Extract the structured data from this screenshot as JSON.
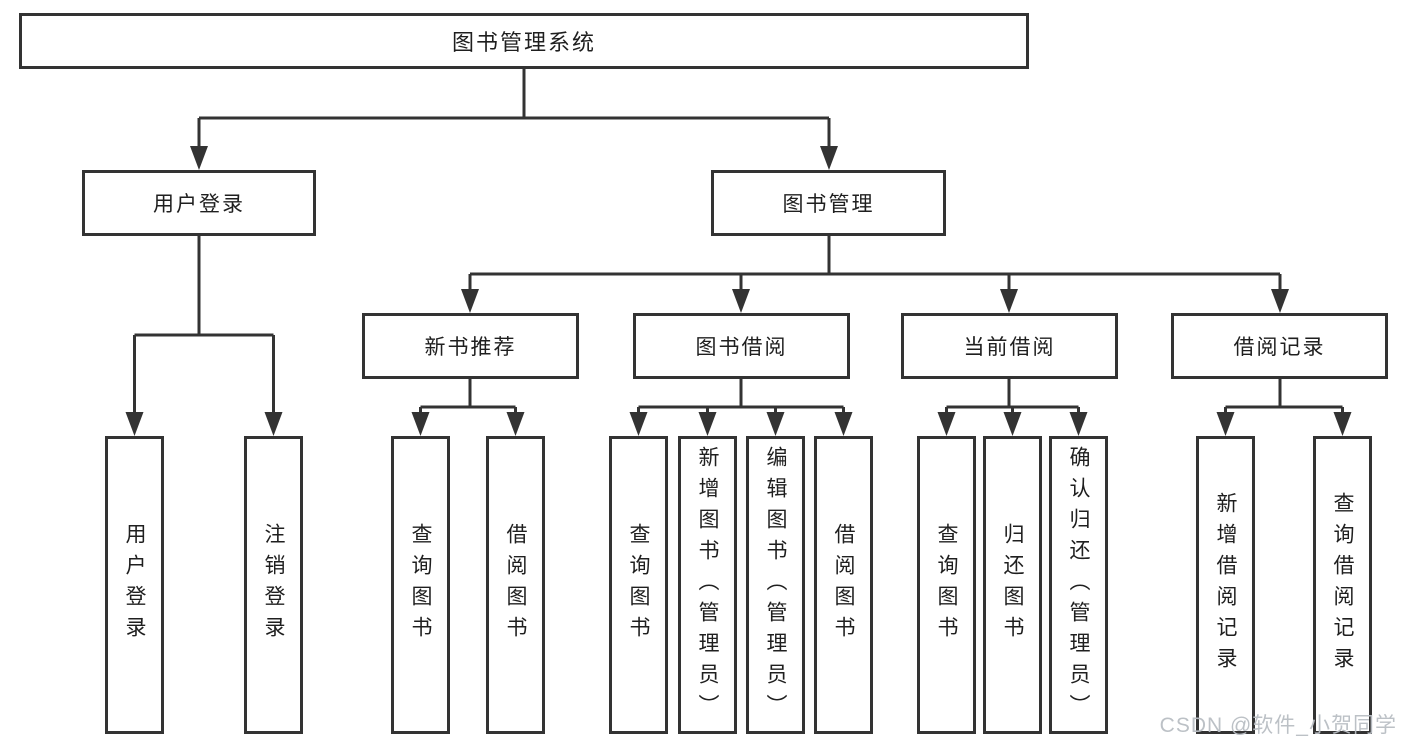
{
  "diagram": {
    "root": {
      "label": "图书管理系统"
    },
    "branches": [
      {
        "label": "用户登录",
        "children": [
          {
            "label": "用户登录"
          },
          {
            "label": "注销登录"
          }
        ]
      },
      {
        "label": "图书管理",
        "children": [
          {
            "label": "新书推荐",
            "children": [
              {
                "label": "查询图书"
              },
              {
                "label": "借阅图书"
              }
            ]
          },
          {
            "label": "图书借阅",
            "children": [
              {
                "label": "查询图书"
              },
              {
                "label": "新增图书（管理员）"
              },
              {
                "label": "编辑图书（管理员）"
              },
              {
                "label": "借阅图书"
              }
            ]
          },
          {
            "label": "当前借阅",
            "children": [
              {
                "label": "查询图书"
              },
              {
                "label": "归还图书"
              },
              {
                "label": "确认归还（管理员）"
              }
            ]
          },
          {
            "label": "借阅记录",
            "children": [
              {
                "label": "新增借阅记录"
              },
              {
                "label": "查询借阅记录"
              }
            ]
          }
        ]
      }
    ]
  },
  "watermark": {
    "text": "CSDN @软件_小贺同学"
  },
  "colors": {
    "line": "#333333",
    "box_border": "#333333",
    "box_fill": "#ffffff",
    "text": "#1f1f1f",
    "watermark": "#b9bec4"
  }
}
